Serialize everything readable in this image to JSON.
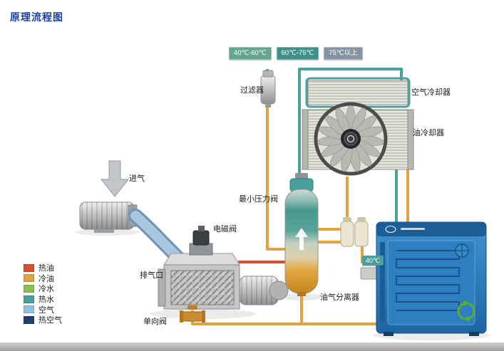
{
  "page": {
    "title": "原理流程图"
  },
  "palette": {
    "title_blue": "#1b3fa0",
    "hot_oil": "#d5502d",
    "cold_oil": "#e2a33e",
    "cold_water": "#8cbf52",
    "hot_water": "#49a09c",
    "air": "#8fc0e0",
    "hot_air": "#21406f",
    "cabinet_blue": "#2a7ab8"
  },
  "temp_legend": {
    "items": [
      {
        "label": "40℃-60℃",
        "color": "#64a690"
      },
      {
        "label": "60℃-75℃",
        "color": "#3f9187"
      },
      {
        "label": "75℃以上",
        "color": "#8593a3"
      }
    ]
  },
  "component_labels": {
    "filter": "过滤器",
    "air_cooler": "空气冷却器",
    "oil_cooler": "油冷却器",
    "intake": "进气",
    "solenoid_valve": "电磁阀",
    "min_pressure_valve": "最小压力阀",
    "exhaust_port": "排气口",
    "oil_gas_separator": "油气分离器",
    "check_valve": "单向阀",
    "temp_badge": "40℃"
  },
  "legend": {
    "items": [
      {
        "label": "热油",
        "color": "#d5502d"
      },
      {
        "label": "冷油",
        "color": "#e2a33e"
      },
      {
        "label": "冷水",
        "color": "#8cbf52"
      },
      {
        "label": "热水",
        "color": "#49a09c"
      },
      {
        "label": "空气",
        "color": "#8fc0e0"
      },
      {
        "label": "热空气",
        "color": "#21406f"
      }
    ]
  }
}
